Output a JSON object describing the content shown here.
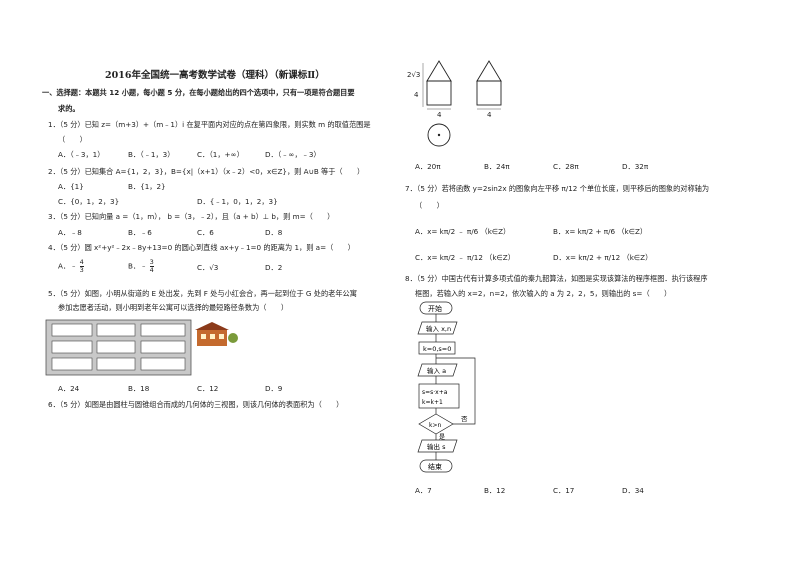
{
  "title": "2016年全国统一高考数学试卷（理科）（新课标Ⅱ）",
  "section1": {
    "line1": "一、选择题：本题共 12 小题，每小题 5 分，在每小题给出的四个选项中，只有一项是符合题目要",
    "line2": "求的。"
  },
  "questions": [
    {
      "stem": "1．（5 分）已知 z=（m+3）+（m﹣1）i 在复平面内对应的点在第四象限，则实数 m 的取值范围是",
      "stem2": "（　　）",
      "options": [
        "A．（﹣3，1）",
        "B．（﹣1，3）",
        "C．（1，+∞）",
        "D．（﹣∞，﹣3）"
      ]
    },
    {
      "stem": "2．（5 分）已知集合 A={1，2，3}，B={x|（x+1）（x﹣2）<0，x∈Z}，则 A∪B 等于（　　）",
      "options": [
        "A．{1}",
        "B．{1，2}",
        "C．{0，1，2，3}",
        "D．{﹣1，0，1，2，3}"
      ]
    },
    {
      "stem": "3．（5 分）已知向量 a =（1，m）， b =（3，﹣2），且（a + b）⊥ b，则 m=（　　）",
      "options": [
        "A．﹣8",
        "B．﹣6",
        "C．6",
        "D．8"
      ]
    },
    {
      "stem": "4．（5 分）圆 x²+y²﹣2x﹣8y+13=0 的圆心到直线 ax+y﹣1=0 的距离为 1，则 a=（　　）",
      "options": [
        "A．﹣4/3",
        "B．﹣3/4",
        "C．√3",
        "D．2"
      ]
    },
    {
      "stem": "5．（5 分）如图，小明从街道的 E 处出发，先到 F 处与小红会合，再一起到位于 G 处的老年公寓",
      "stem2": "参加志愿者活动，则小明到老年公寓可以选择的最短路径条数为（　　）",
      "options": [
        "A．24",
        "B．18",
        "C．12",
        "D．9"
      ]
    },
    {
      "stem": "6．（5 分）如图是由圆柱与圆锥组合而成的几何体的三视图，则该几何体的表面积为（　　）",
      "options": [
        "A．20π",
        "B．24π",
        "C．28π",
        "D．32π"
      ]
    },
    {
      "stem": "7．（5 分）若将函数 y=2sin2x 的图象向左平移 π/12 个单位长度，则平移后的图象的对称轴为",
      "stem2": "（　　）",
      "options": [
        "A．x= kπ/2 ﹣ π/6 （k∈Z）",
        "B．x= kπ/2 + π/6 （k∈Z）",
        "C．x= kπ/2 ﹣ π/12 （k∈Z）",
        "D．x= kπ/2 + π/12 （k∈Z）"
      ]
    },
    {
      "stem": "8．（5 分）中国古代有计算多项式值的秦九韶算法，如图是实现该算法的程序框图．执行该程序",
      "stem2": "框图，若输入的 x=2，n=2，依次输入的 a 为 2，2，5，则输出的 s=（　　）",
      "options": [
        "A．7",
        "B．12",
        "C．17",
        "D．34"
      ]
    }
  ],
  "q6_figure": {
    "label_height": "2√3",
    "label_side": "4",
    "label_width_left": "4",
    "label_width_right": "4"
  },
  "flowchart": {
    "start": "开始",
    "input1": "输入 x,n",
    "init": "k=0,s=0",
    "input2": "输入 a",
    "step1": "s=s·x+a",
    "step2": "k=k+1",
    "cond": "k>n",
    "no": "否",
    "yes": "是",
    "output": "输出 s",
    "end": "结束"
  },
  "q4_fracs": {
    "a_num": "4",
    "a_den": "3",
    "b_num": "3",
    "b_den": "4"
  },
  "q7_fracs": {
    "shift_num": "π",
    "shift_den": "12"
  }
}
